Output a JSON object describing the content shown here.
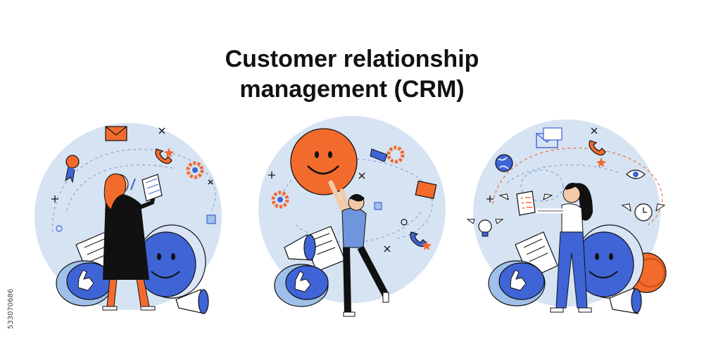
{
  "title": {
    "line1": "Customer relationship",
    "line2": "management (CRM)"
  },
  "stock_id": "533070686",
  "colors": {
    "circle": "#d6e3f3",
    "accent_orange": "#f26b2c",
    "accent_blue": "#3f64d6",
    "light_blue": "#9fc0ea",
    "ink": "#111111"
  },
  "illustrations": [
    {
      "name": "woman-with-document",
      "icons": [
        "envelope-icon",
        "phone-icon",
        "gear-icon",
        "award-ribbon-icon",
        "cube-icon",
        "smiley-icon",
        "cursor-hand-icon",
        "megaphone-icon",
        "document-icon"
      ]
    },
    {
      "name": "man-lifting-smiley",
      "icons": [
        "smiley-icon",
        "gear-icon",
        "award-ribbon-icon",
        "envelope-icon",
        "phone-icon",
        "megaphone-icon",
        "document-icon",
        "cursor-hand-icon"
      ]
    },
    {
      "name": "woman-with-checklist",
      "icons": [
        "envelope-icon",
        "phone-icon",
        "globe-icon",
        "eye-icon",
        "clock-icon",
        "lightbulb-icon",
        "smiley-icon",
        "coin-icon",
        "cursor-hand-icon",
        "megaphone-icon",
        "document-icon"
      ]
    }
  ]
}
